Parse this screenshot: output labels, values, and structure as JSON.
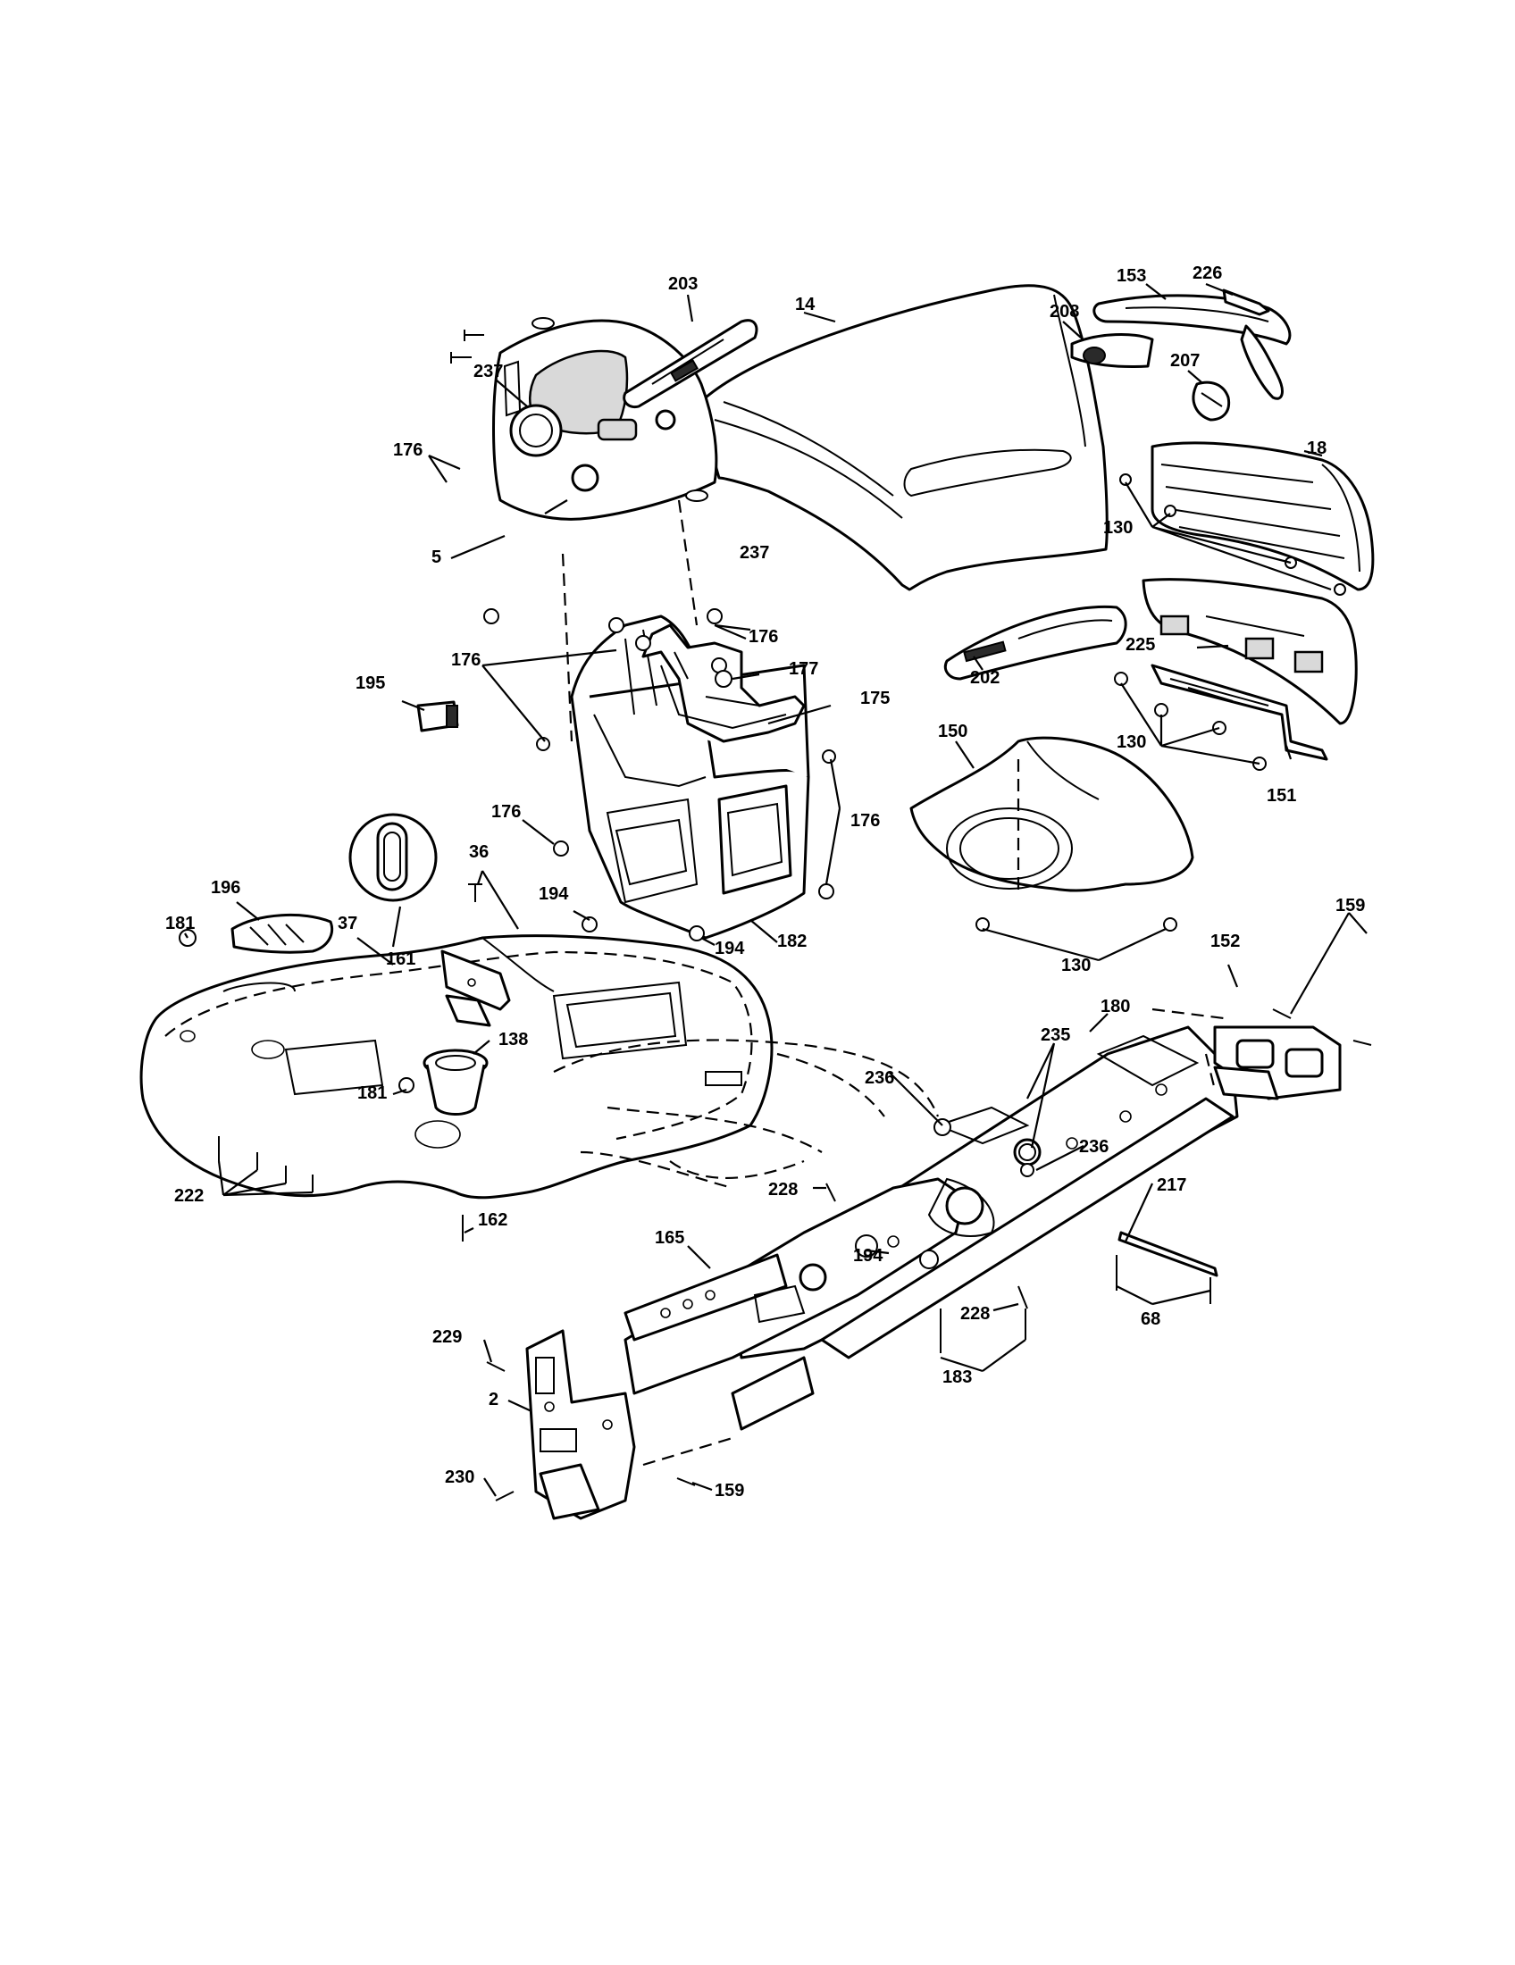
{
  "title": "",
  "callouts": [
    {
      "id": "c153",
      "text": "153"
    },
    {
      "id": "c226",
      "text": "226"
    },
    {
      "id": "c203",
      "text": "203"
    },
    {
      "id": "c14",
      "text": "14"
    },
    {
      "id": "c208",
      "text": "208"
    },
    {
      "id": "c207",
      "text": "207"
    },
    {
      "id": "c237a",
      "text": "237"
    },
    {
      "id": "c18",
      "text": "18"
    },
    {
      "id": "c176a",
      "text": "176"
    },
    {
      "id": "c130a",
      "text": "130"
    },
    {
      "id": "c5",
      "text": "5"
    },
    {
      "id": "c237b",
      "text": "237"
    },
    {
      "id": "c176b",
      "text": "176"
    },
    {
      "id": "c225",
      "text": "225"
    },
    {
      "id": "c176c",
      "text": "176"
    },
    {
      "id": "c177",
      "text": "177"
    },
    {
      "id": "c202",
      "text": "202"
    },
    {
      "id": "c195",
      "text": "195"
    },
    {
      "id": "c175",
      "text": "175"
    },
    {
      "id": "c130b",
      "text": "130"
    },
    {
      "id": "c150",
      "text": "150"
    },
    {
      "id": "c151",
      "text": "151"
    },
    {
      "id": "c176d",
      "text": "176"
    },
    {
      "id": "c176e",
      "text": "176"
    },
    {
      "id": "c36",
      "text": "36"
    },
    {
      "id": "c196",
      "text": "196"
    },
    {
      "id": "c194a",
      "text": "194"
    },
    {
      "id": "c161",
      "text": "161"
    },
    {
      "id": "c181a",
      "text": "181"
    },
    {
      "id": "c37",
      "text": "37"
    },
    {
      "id": "c182",
      "text": "182"
    },
    {
      "id": "c194b",
      "text": "194"
    },
    {
      "id": "c130c",
      "text": "130"
    },
    {
      "id": "c159a",
      "text": "159"
    },
    {
      "id": "c152",
      "text": "152"
    },
    {
      "id": "c180",
      "text": "180"
    },
    {
      "id": "c138",
      "text": "138"
    },
    {
      "id": "c235",
      "text": "235"
    },
    {
      "id": "c181b",
      "text": "181"
    },
    {
      "id": "c236a",
      "text": "236"
    },
    {
      "id": "c236b",
      "text": "236"
    },
    {
      "id": "c222",
      "text": "222"
    },
    {
      "id": "c228a",
      "text": "228"
    },
    {
      "id": "c217",
      "text": "217"
    },
    {
      "id": "c162",
      "text": "162"
    },
    {
      "id": "c165",
      "text": "165"
    },
    {
      "id": "c194c",
      "text": "194"
    },
    {
      "id": "c68",
      "text": "68"
    },
    {
      "id": "c228b",
      "text": "228"
    },
    {
      "id": "c229",
      "text": "229"
    },
    {
      "id": "c183",
      "text": "183"
    },
    {
      "id": "c2",
      "text": "2"
    },
    {
      "id": "c230",
      "text": "230"
    },
    {
      "id": "c159b",
      "text": "159"
    }
  ]
}
